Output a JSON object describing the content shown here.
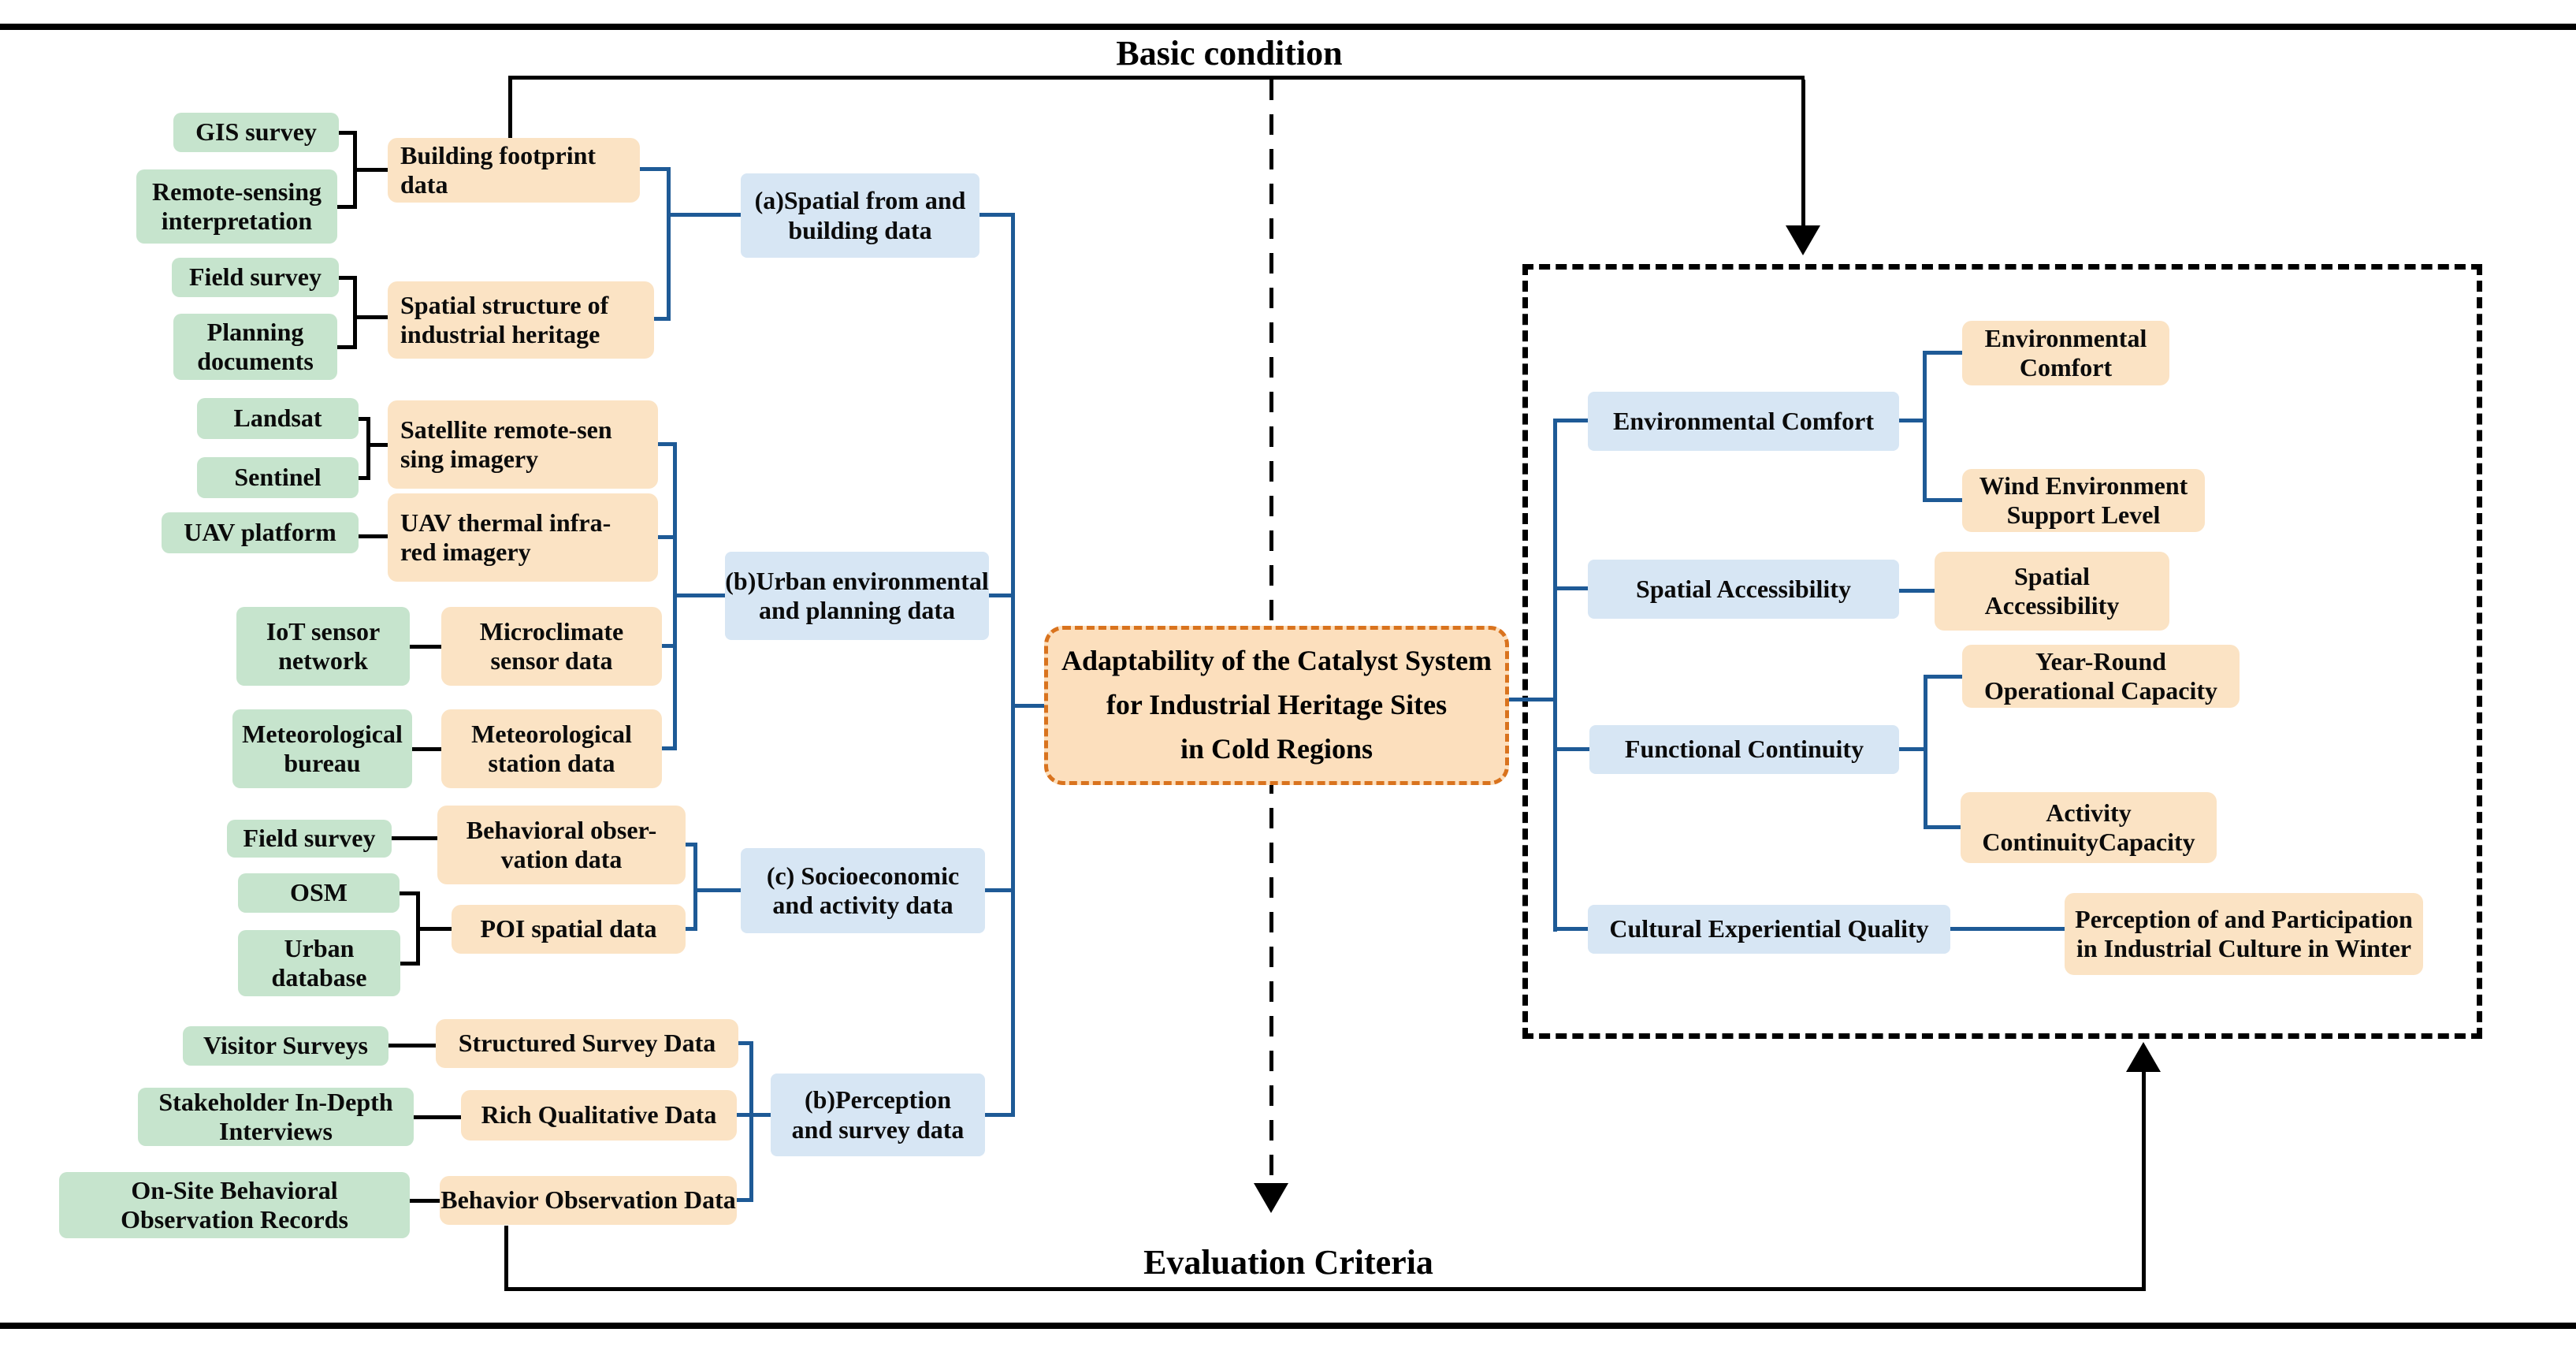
{
  "frame": {
    "top_label": "Basic condition",
    "bottom_label": "Evaluation Criteria"
  },
  "core": {
    "label": "Adaptability of the Catalyst System\nfor Industrial Heritage Sites\nin Cold Regions"
  },
  "nodes": {
    "g1": {
      "label": "GIS survey"
    },
    "g2": {
      "label": "Remote-sensing\ninterpretation"
    },
    "g3": {
      "label": "Field survey"
    },
    "g4": {
      "label": "Planning\ndocuments"
    },
    "g5": {
      "label": "Landsat"
    },
    "g6": {
      "label": "Sentinel"
    },
    "g7": {
      "label": "UAV platform"
    },
    "g8": {
      "label": "IoT sensor\nnetwork"
    },
    "g9": {
      "label": "Meteorological\nbureau"
    },
    "g10": {
      "label": "Field survey"
    },
    "g11": {
      "label": "OSM"
    },
    "g12": {
      "label": "Urban\ndatabase"
    },
    "g13": {
      "label": "Visitor Surveys"
    },
    "g14": {
      "label": "Stakeholder In-Depth\nInterviews"
    },
    "g15": {
      "label": "On-Site Behavioral\nObservation Records"
    },
    "d1": {
      "label": "Building footprint\ndata"
    },
    "d2": {
      "label": "Spatial structure of\nindustrial heritage"
    },
    "d3": {
      "label": "Satellite remote-sen\nsing imagery"
    },
    "d4": {
      "label": "UAV thermal infra-\nred imagery"
    },
    "d5": {
      "label": "Microclimate\nsensor data"
    },
    "d6": {
      "label": "Meteorological\nstation data"
    },
    "d7": {
      "label": "Behavioral obser-\nvation data"
    },
    "d8": {
      "label": "POI spatial data"
    },
    "d9": {
      "label": "Structured Survey Data"
    },
    "d10": {
      "label": "Rich Qualitative Data"
    },
    "d11": {
      "label": "Behavior Observation Data"
    },
    "b1": {
      "label": "(a)Spatial from and\nbuilding data"
    },
    "b2": {
      "label": "(b)Urban environmental\nand planning data"
    },
    "b3": {
      "label": "(c) Socioeconomic\nand activity data"
    },
    "b4": {
      "label": "(b)Perception\nand survey data"
    },
    "r1": {
      "label": "Environmental Comfort"
    },
    "r2": {
      "label": "Spatial Accessibility"
    },
    "r3": {
      "label": "Functional Continuity"
    },
    "r4": {
      "label": "Cultural Experiential Quality"
    },
    "o1": {
      "label": "Environmental\nComfort"
    },
    "o2": {
      "label": "Wind Environment\nSupport Level"
    },
    "o3": {
      "label": "Spatial\nAccessibility"
    },
    "o4": {
      "label": "Year-Round\nOperational Capacity"
    },
    "o5": {
      "label": "Activity\nContinuityCapacity"
    },
    "o6": {
      "label": "Perception of and Participation\nin Industrial Culture in Winter"
    }
  },
  "colors": {
    "source_fill": "#c6e4cd",
    "data_fill": "#fbe3c4",
    "group_fill": "#d7e6f4",
    "core_fill": "#fcdfbd",
    "core_border": "#d9731e",
    "connector_blue": "#1e5a96",
    "line_black": "#000000"
  }
}
